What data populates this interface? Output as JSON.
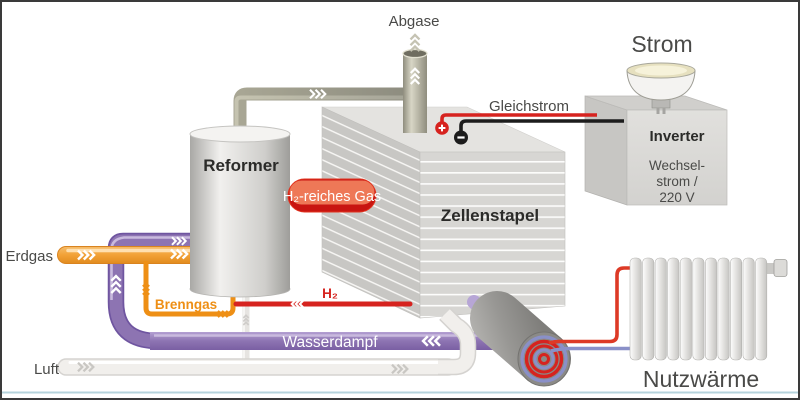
{
  "labels": {
    "abgase": "Abgase",
    "strom": "Strom",
    "gleichstrom": "Gleichstrom",
    "inverter": "Inverter",
    "wechsel_line1": "Wechsel-",
    "wechsel_line2": "strom /",
    "wechsel_line3": "220 V",
    "reformer": "Reformer",
    "zellenstapel": "Zellenstapel",
    "h2_reiches_gas": "H₂-reiches Gas",
    "erdgas": "Erdgas",
    "brenngas": "Brenngas",
    "h2": "H₂",
    "wasserdampf": "Wasserdampf",
    "luft": "Luft",
    "nutzwaerme": "Nutzwärme"
  },
  "colors": {
    "orange": "#f2a136",
    "orange_edge": "#d9831f",
    "orange_highlight": "#ffe0b0",
    "brenngas": "#ee8f15",
    "purple": "#8d74b2",
    "purple_dark": "#6f55a0",
    "purple_light": "#c9bade",
    "purple_stub": "#b7a6d6",
    "red": "#d6231f",
    "red_circuit": "#dd3a26",
    "blue_return": "#8a90c8",
    "olive_pipe": "#9b9a8a",
    "chimney": "#c6c4b4",
    "luft_pipe": "#f1efec",
    "luft_edge": "#d5d3d0",
    "wire_black": "#1c1c1c",
    "text_gray": "#4a4a48",
    "text_dark": "#2b2b29",
    "bottom_rule": "#b5d3dc"
  }
}
